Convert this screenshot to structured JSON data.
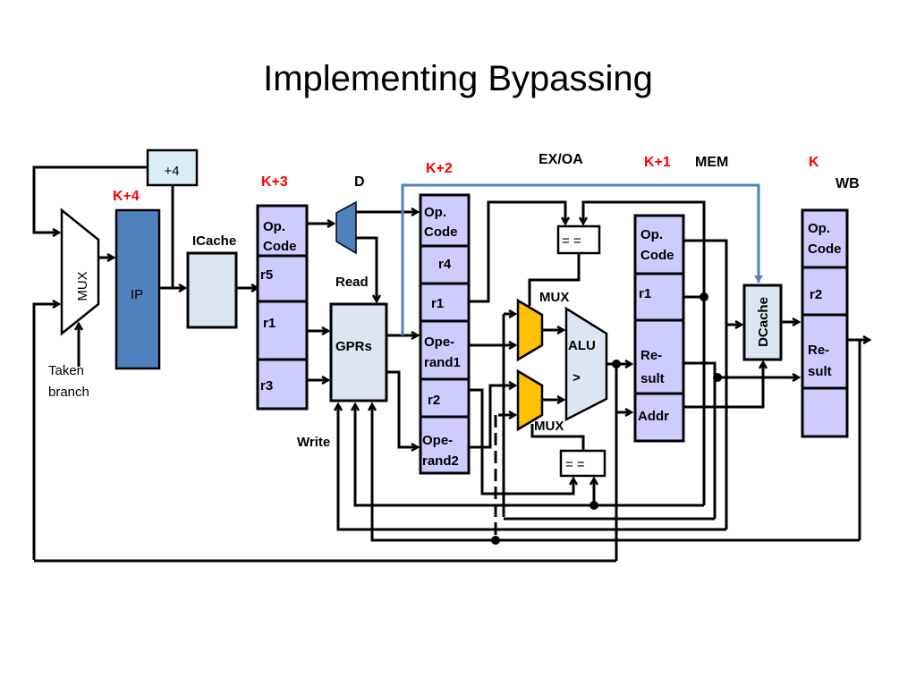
{
  "title": "Implementing Bypassing",
  "colors": {
    "stage_label": "#ff0000",
    "register": "#ccccff",
    "unit": "#dce6f2",
    "ip": "#4f81bd",
    "mux_bypass": "#ffc000",
    "bypass_wire": "#4f81bd"
  },
  "stages": {
    "k4": "K+4",
    "k3": "K+3",
    "k2": "K+2",
    "k1": "K+1",
    "k": "K",
    "d": "D",
    "exoa": "EX/OA",
    "mem": "MEM",
    "wb": "WB"
  },
  "fetch": {
    "plus4": "+4",
    "mux": "MUX",
    "ip": "IP",
    "icache": "ICache",
    "taken_branch_line1": "Taken",
    "taken_branch_line2": "branch"
  },
  "decode_reg": {
    "opcode1": "Op.",
    "opcode2": "Code",
    "r5": "r5",
    "r1": "r1",
    "r3": "r3"
  },
  "gprs": {
    "label": "GPRs",
    "read": "Read",
    "write": "Write"
  },
  "ex_reg": {
    "opcode1": "Op.",
    "opcode2": "Code",
    "r4": "r4",
    "r1": "r1",
    "operand1_1": "Ope-",
    "operand1_2": "rand1",
    "r2": "r2",
    "operand2_1": "Ope-",
    "operand2_2": "rand2"
  },
  "ex_units": {
    "compare_top": "= =",
    "compare_bottom": "= =",
    "mux_top": "MUX",
    "mux_bottom": "MUX",
    "alu": "ALU",
    "alu_symbol": ">"
  },
  "mem_reg": {
    "opcode1": "Op.",
    "opcode2": "Code",
    "r1": "r1",
    "result1": "Re-",
    "result2": "sult",
    "addr": "Addr"
  },
  "dcache": "DCache",
  "wb_reg": {
    "opcode1": "Op.",
    "opcode2": "Code",
    "r2": "r2",
    "result1": "Re-",
    "result2": "sult"
  }
}
